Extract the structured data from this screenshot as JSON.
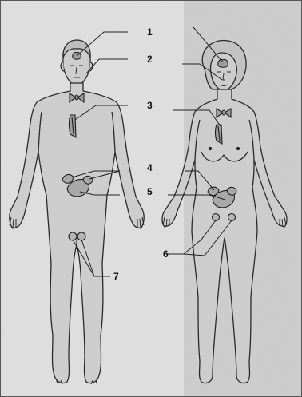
{
  "callouts": {
    "c1": "1",
    "c2": "2",
    "c3": "3",
    "c4": "4",
    "c5": "5",
    "c6": "6",
    "c7": "7"
  },
  "colors": {
    "paper_left": "#e4e4e4",
    "paper_right": "#c9c9c9",
    "body_fill": "#cdcdcd",
    "outline": "#2a2a2a",
    "gland_fill": "#9e9e9e",
    "leader": "#222222"
  }
}
